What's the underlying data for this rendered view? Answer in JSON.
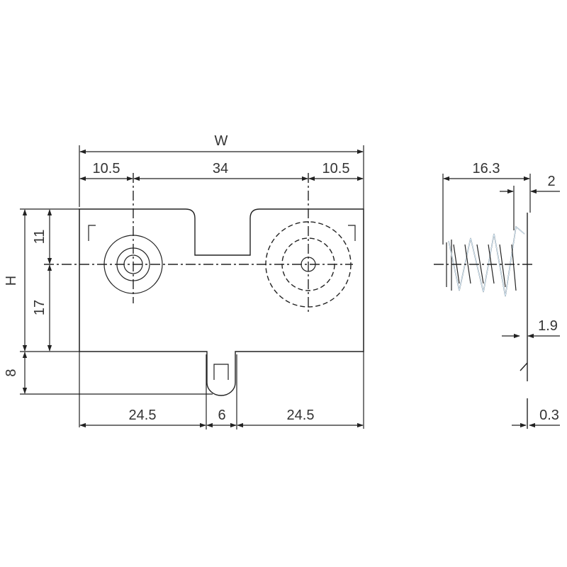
{
  "colors": {
    "plate_fill": "#cfe3f1",
    "line": "#222222",
    "text": "#333333"
  },
  "front_view": {
    "width_label": "W",
    "height_label": "H",
    "top_dims": [
      "10.5",
      "34",
      "10.5"
    ],
    "left_dims": [
      "11",
      "17",
      "8"
    ],
    "bottom_dims": [
      "24.5",
      "6",
      "24.5"
    ]
  },
  "side_view": {
    "top_dims": [
      "16.3",
      "2"
    ],
    "right_dims": [
      "1.9",
      "0.3"
    ]
  }
}
